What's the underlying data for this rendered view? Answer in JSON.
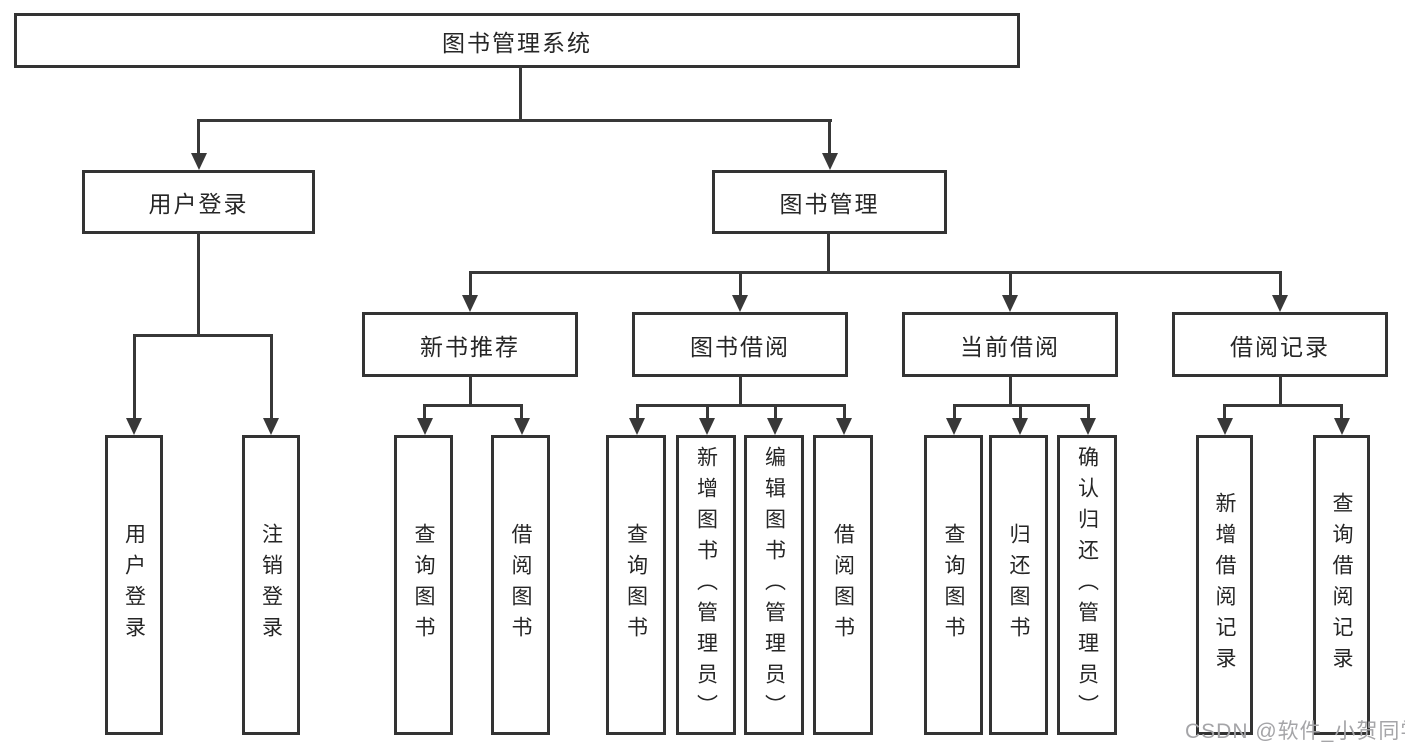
{
  "root": {
    "label": "图书管理系统"
  },
  "level2": [
    {
      "id": "user-login",
      "label": "用户登录"
    },
    {
      "id": "book-management",
      "label": "图书管理"
    }
  ],
  "level3": [
    {
      "id": "new-book-recommend",
      "label": "新书推荐"
    },
    {
      "id": "book-borrowing",
      "label": "图书借阅"
    },
    {
      "id": "current-borrowing",
      "label": "当前借阅"
    },
    {
      "id": "borrowing-records",
      "label": "借阅记录"
    }
  ],
  "leaves": [
    {
      "group": "用户登录",
      "label": "用户登录"
    },
    {
      "group": "用户登录",
      "label": "注销登录"
    },
    {
      "group": "新书推荐",
      "label": "查询图书"
    },
    {
      "group": "新书推荐",
      "label": "借阅图书"
    },
    {
      "group": "图书借阅",
      "label": "查询图书"
    },
    {
      "group": "图书借阅",
      "label": "新增图书（管理员）"
    },
    {
      "group": "图书借阅",
      "label": "编辑图书（管理员）"
    },
    {
      "group": "图书借阅",
      "label": "借阅图书"
    },
    {
      "group": "当前借阅",
      "label": "查询图书"
    },
    {
      "group": "当前借阅",
      "label": "归还图书"
    },
    {
      "group": "当前借阅",
      "label": "确认归还（管理员）"
    },
    {
      "group": "借阅记录",
      "label": "新增借阅记录"
    },
    {
      "group": "借阅记录",
      "label": "查询借阅记录"
    }
  ],
  "watermark": {
    "text": "CSDN @软件_小贺同学"
  },
  "colors": {
    "line": "#383838",
    "box_border": "#333333",
    "text": "#262626",
    "watermark": "#a5a5a8",
    "background": "#ffffff"
  }
}
